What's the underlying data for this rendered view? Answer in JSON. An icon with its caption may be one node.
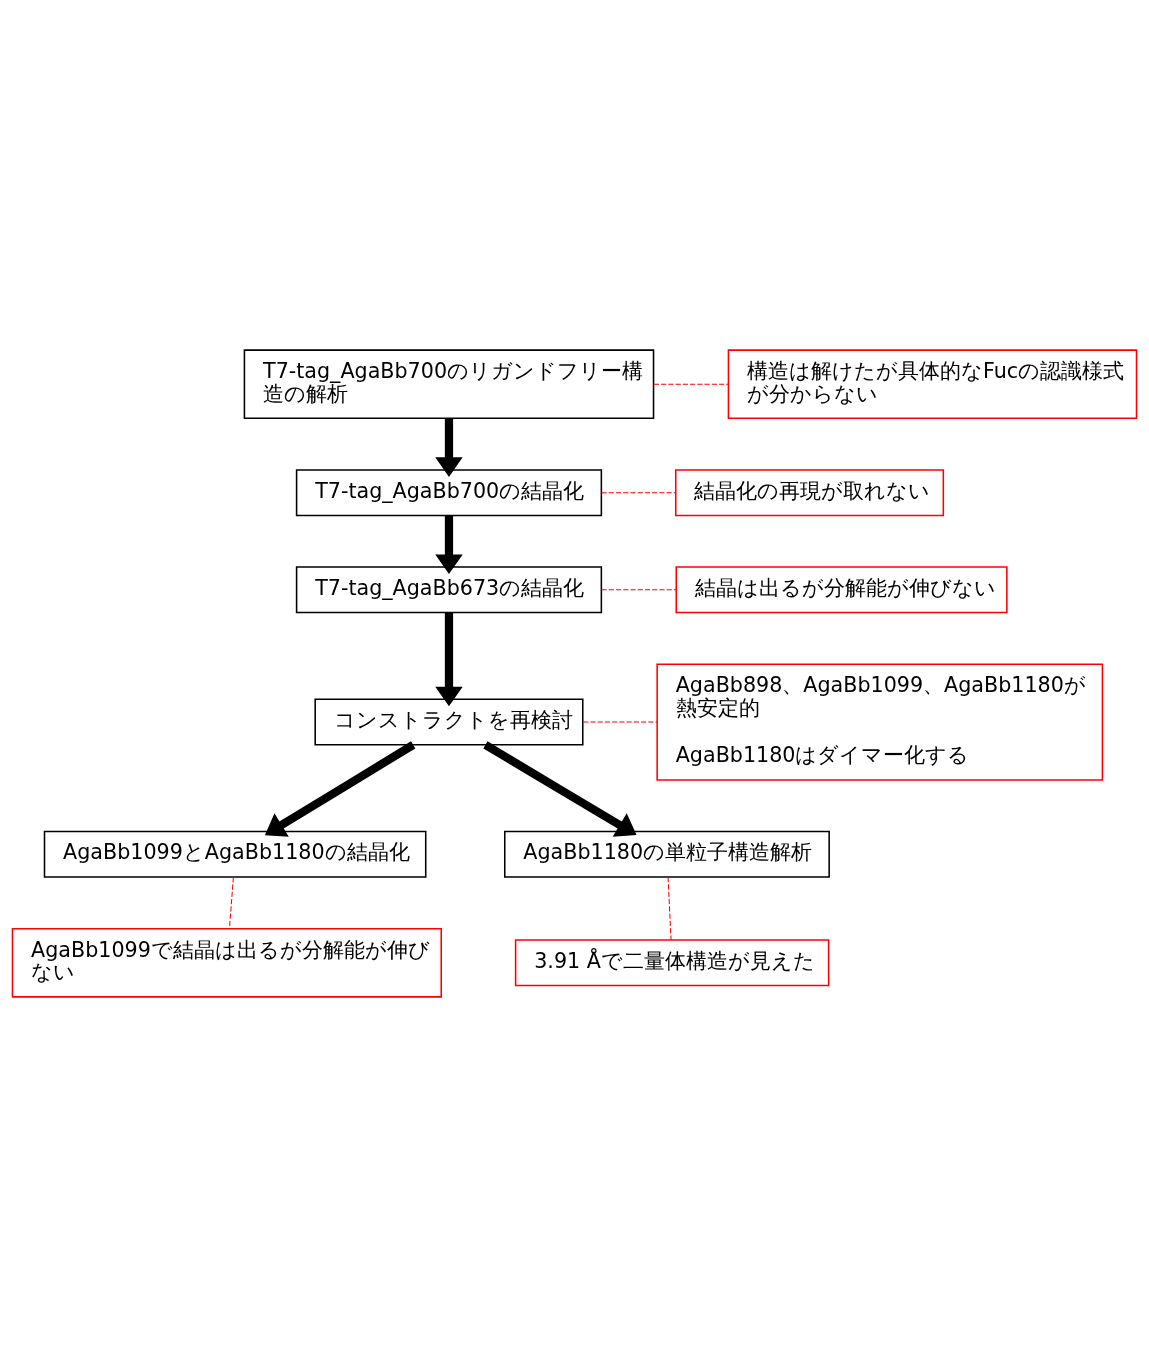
{
  "diagram": {
    "nodes": [
      {
        "text": [
          "T7-tag_AgaBb700のリガンドフリー構造の解析"
        ]
      },
      {
        "text": [
          "構造は解けたが具体的なFucの認識様式が分からない"
        ]
      },
      {
        "text": [
          "T7-tag_AgaBb700の結晶化"
        ]
      },
      {
        "text": [
          "結晶化の再現が取れない"
        ]
      },
      {
        "text": [
          "T7-tag_AgaBb673の結晶化"
        ]
      },
      {
        "text": [
          "結晶は出るが分解能が伸びない"
        ]
      },
      {
        "text": [
          "コンストラクトを再検討"
        ]
      },
      {
        "text": [
          "AgaBb898、AgaBb1099、AgaBb1180が熱安定的",
          "AgaBb1180はダイマー化する"
        ]
      },
      {
        "text": [
          "AgaBb1099とAgaBb1180の結晶化"
        ]
      },
      {
        "text": [
          "AgaBb1180の単粒子構造解析"
        ]
      },
      {
        "text": [
          "AgaBb1099で結晶は出るが分解能が伸びない"
        ]
      },
      {
        "text": [
          "3.91 Åで二量体構造が見えた"
        ]
      }
    ],
    "edges": [
      {
        "from": 0,
        "to": 1,
        "arrow": "none",
        "style": "dashed",
        "color": "#ff0000"
      },
      {
        "from": 0,
        "to": 2,
        "arrow": "to",
        "style": "thick",
        "color": "#000000"
      },
      {
        "from": 2,
        "to": 3,
        "arrow": "none",
        "style": "dashed",
        "color": "#ff0000"
      },
      {
        "from": 2,
        "to": 4,
        "arrow": "to",
        "style": "thick",
        "color": "#000000"
      },
      {
        "from": 4,
        "to": 5,
        "arrow": "none",
        "style": "dashed",
        "color": "#ff0000"
      },
      {
        "from": 4,
        "to": 6,
        "arrow": "to",
        "style": "thick",
        "color": "#000000"
      },
      {
        "from": 6,
        "to": 7,
        "arrow": "none",
        "style": "dashed",
        "color": "#ff0000"
      },
      {
        "from": 6,
        "to": 8,
        "arrow": "to",
        "style": "thick",
        "color": "#000000"
      },
      {
        "from": 6,
        "to": 9,
        "arrow": "to",
        "style": "thick",
        "color": "#000000"
      },
      {
        "from": 8,
        "to": 10,
        "arrow": "none",
        "style": "dashed",
        "color": "#ff0000"
      },
      {
        "from": 9,
        "to": 11,
        "arrow": "none",
        "style": "dashed",
        "color": "#ff0000"
      }
    ]
  }
}
